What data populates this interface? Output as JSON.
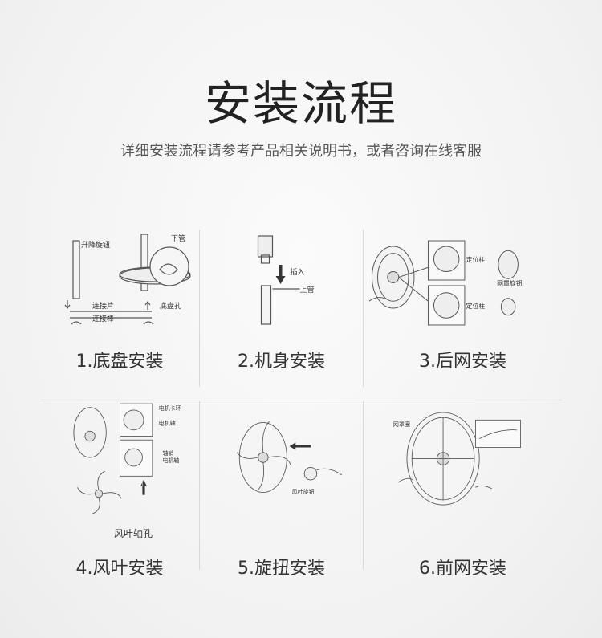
{
  "header": {
    "title": "安装流程",
    "subtitle": "详细安装流程请参考产品相关说明书，或者咨询在线客服"
  },
  "steps": [
    {
      "label": "1.底盘安装",
      "callouts": [
        "升降旋钮",
        "下管",
        "连接片",
        "连接棒",
        "底盘孔"
      ]
    },
    {
      "label": "2.机身安装",
      "callouts": [
        "插入",
        "上管"
      ]
    },
    {
      "label": "3.后网安装",
      "callouts": [
        "定位柱",
        "网罩旋钮",
        "定位柱"
      ]
    },
    {
      "label": "4.风叶安装",
      "callouts": [
        "电机卡环",
        "电机轴",
        "轴销",
        "电机轴",
        "风叶轴孔"
      ]
    },
    {
      "label": "5.旋扭安装",
      "callouts": [
        "风叶旋钮"
      ]
    },
    {
      "label": "6.前网安装",
      "callouts": [
        "网罩圈"
      ]
    }
  ]
}
